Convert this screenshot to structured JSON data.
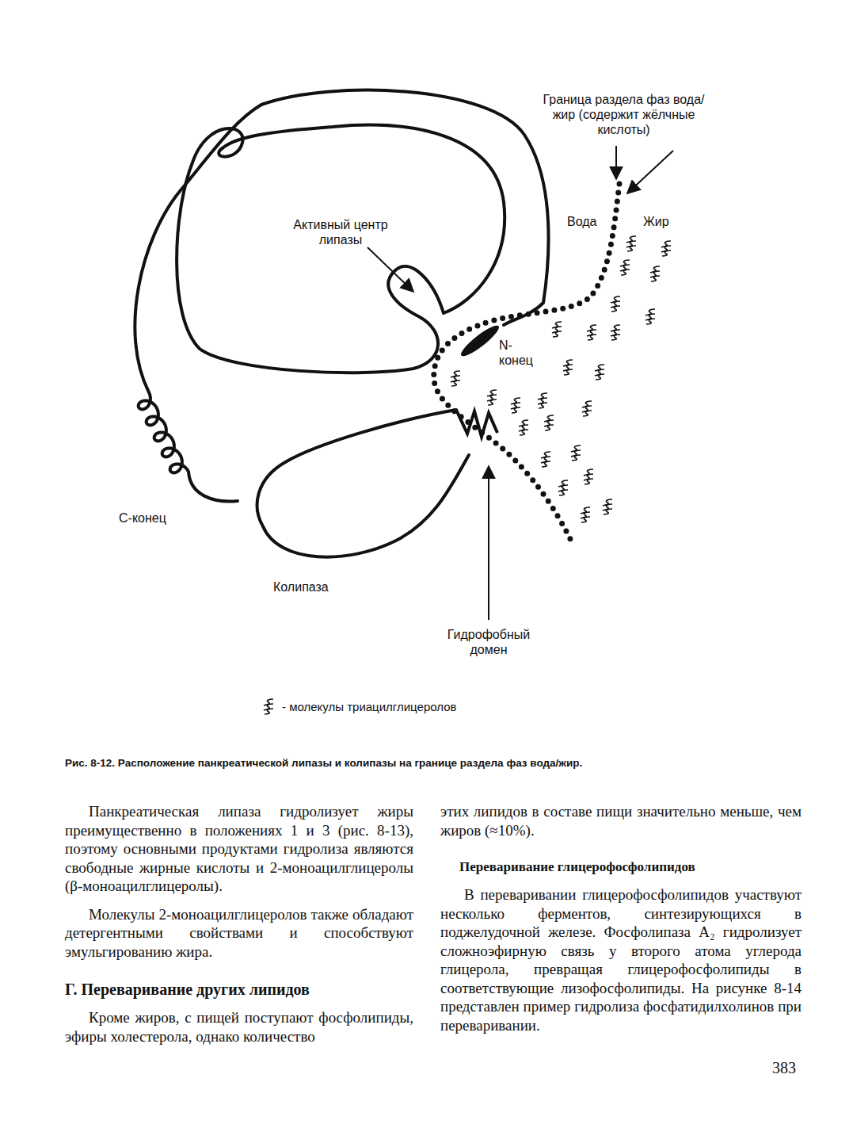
{
  "diagram": {
    "caption": "Рис. 8-12. Расположение панкреатической липазы и колипазы на границе раздела фаз вода/жир.",
    "labels": [
      "Граница раздела фаз вода/жир (содержит жёлчные кислоты)",
      "Вода",
      "Жир",
      "Активный центр липазы",
      "N- конец",
      "С-конец",
      "Колипаза",
      "Гидрофобный домен",
      "Панкреатическая липаза гидролизует жиры преимущественно в положениях 1 и 3 (рис. 8-13), поэтому основными продуктами гидролиза являются свободные жирные кислоты и 2-моноацилглицеролы (β-моноацилглицеролы).",
      "Молекулы 2-моноацилглицеролов также обладают детергентными свойствами и способствуют эмульгированию жира.",
      "Г. Переваривание других липидов",
      "Кроме жиров, с пищей поступают фосфолипиды, эфиры холестерола, однако количество",
      "этих липидов в составе пищи значительно меньше, чем жиров (≈10%).",
      "Переваривание глицерофосфолипидов",
      "В переваривании глицерофосфолипидов участвуют несколько ферментов, синтезирующихся в поджелудочной железе. Фосфолипаза A₂ гидролизует сложноэфирную связь у второго атома углерода глицерола, превращая глицерофосфолипиды в соответствующие лизофосфолипиды. На рисунке 8-14 представлен пример гидролиза фосфатидилхолинов при переваривании.",
      "383"
    ],
    "legend": [
      {
        "text": "- молекулы триацилглицеролов"
      }
    ]
  }
}
